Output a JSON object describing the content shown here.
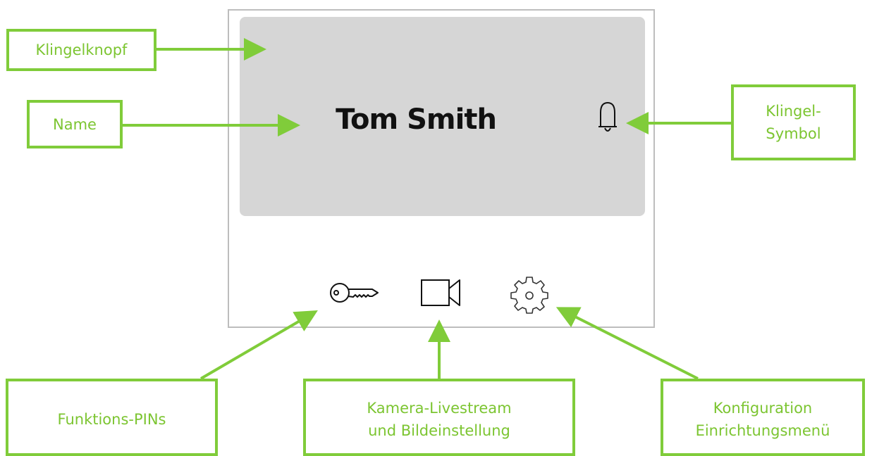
{
  "device": {
    "name": "Tom Smith",
    "icons": {
      "bell": "bell-icon",
      "key": "key-icon",
      "camera": "video-camera-icon",
      "settings": "gear-icon"
    }
  },
  "callouts": {
    "klingelknopf": "Klingelknopf",
    "name": "Name",
    "klingel_symbol": [
      "Klingel-",
      "Symbol"
    ],
    "funktions_pins": "Funktions-PINs",
    "kamera": [
      "Kamera-Livestream",
      "und Bildeinstellung"
    ],
    "konfiguration": [
      "Konfiguration",
      "Einrichtungsmenü"
    ]
  },
  "colors": {
    "accent": "#80cc3a",
    "button_bg": "#d6d6d6",
    "frame": "#bdbdbd"
  }
}
